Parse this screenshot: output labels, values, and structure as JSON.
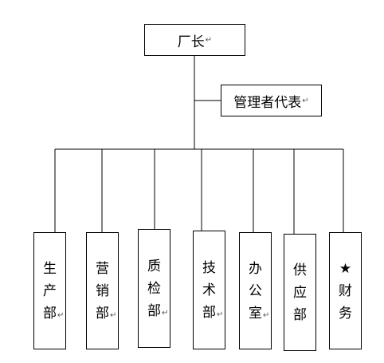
{
  "root": {
    "label": "厂长",
    "mark": "↵"
  },
  "representative": {
    "label": "管理者代表",
    "mark": "↵"
  },
  "departments": [
    {
      "chars": [
        "生",
        "产",
        "部"
      ],
      "mark": "↵"
    },
    {
      "chars": [
        "营",
        "销",
        "部"
      ],
      "mark": "↵"
    },
    {
      "chars": [
        "质",
        "检",
        "部"
      ],
      "mark": "↵"
    },
    {
      "chars": [
        "技",
        "术",
        "部"
      ],
      "mark": "↵"
    },
    {
      "chars": [
        "办",
        "公",
        "室"
      ],
      "mark": "↵"
    },
    {
      "chars": [
        "供",
        "应",
        "部"
      ],
      "mark": ""
    },
    {
      "chars": [
        "★",
        "财",
        "务"
      ],
      "mark": ""
    }
  ]
}
